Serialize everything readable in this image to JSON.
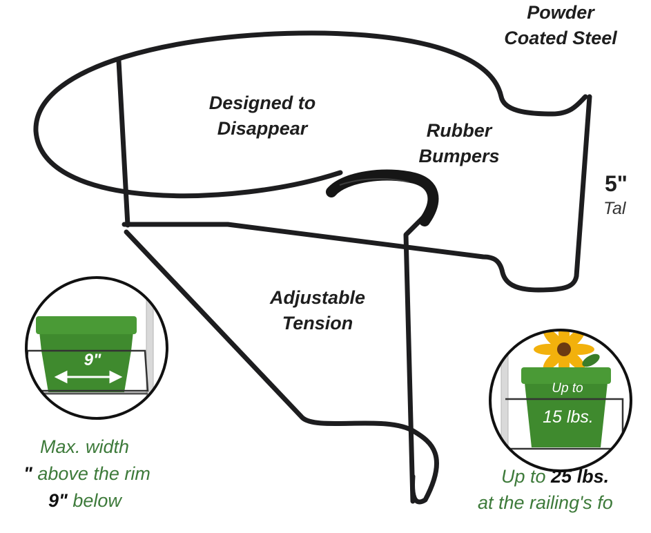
{
  "colors": {
    "wire": "#1d1d1f",
    "pot_green": "#3f8a2e",
    "caption_green": "#3d7a3a",
    "label_dark": "#1e1e1e"
  },
  "labels": {
    "powder_line1": "Powder",
    "powder_line2": "Coated Steel",
    "designed_line1": "Designed to",
    "designed_line2": "Disappear",
    "rubber_line1": "Rubber",
    "rubber_line2": "Bumpers",
    "height_value": "5\"",
    "height_unit": "Tal",
    "adjust_line1": "Adjustable",
    "adjust_line2": "Tension"
  },
  "left_inset": {
    "pot_width": "9\"",
    "caption_line1": "Max. width",
    "caption_line2_bold": "\"",
    "caption_line2_rest": " above the rim",
    "caption_line3_bold": "9\"",
    "caption_line3_rest": " below"
  },
  "right_inset": {
    "pot_line1": "Up to",
    "pot_line2": "15 lbs.",
    "caption_line1_pre": "Up to ",
    "caption_line1_bold": "25 lbs.",
    "caption_line2": "at the railing's fo"
  }
}
